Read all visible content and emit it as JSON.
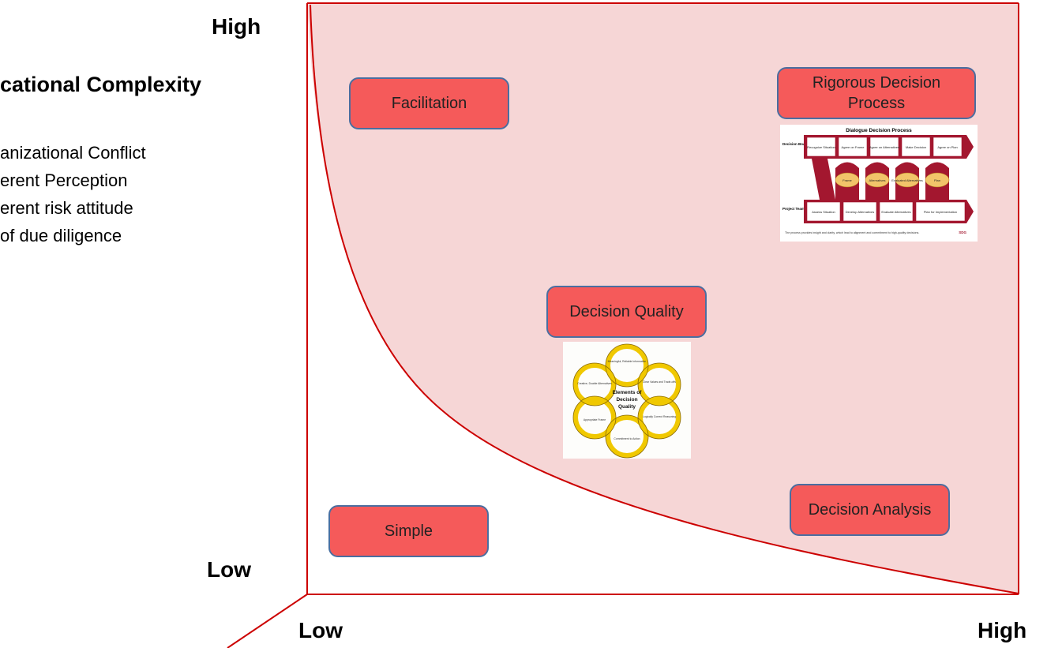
{
  "axes": {
    "y_high": "High",
    "y_low": "Low",
    "x_low": "Low",
    "x_high": "High"
  },
  "y_title": "cational Complexity",
  "factors": [
    "anizational Conflict",
    "erent Perception",
    "erent risk attitude",
    "of due diligence"
  ],
  "quadrants": {
    "facilitation": "Facilitation",
    "rigorous": "Rigorous Decision Process",
    "quality": "Decision Quality",
    "simple": "Simple",
    "analysis": "Decision Analysis"
  },
  "ddp_image": {
    "title": "Dialogue Decision Process",
    "row_board": "Decision Board",
    "row_team": "Project Team",
    "board_steps": [
      "Recognize Situation",
      "Agree on Frame",
      "Agree on Alternatives",
      "Make Decision",
      "Agree on Plan"
    ],
    "ovals": [
      "Frame",
      "Alternatives",
      "Evaluated Alternatives",
      "Plan"
    ],
    "team_steps": [
      "Assess Situation",
      "Develop Alternatives",
      "Evaluate Alternatives",
      "Plan for Implementation"
    ],
    "caption": "The process provides insight and clarity, which lead to alignment and commitment to high-quality decisions.",
    "logo": "SDG"
  },
  "quality_image": {
    "center": [
      "Elements of",
      "Decision",
      "Quality"
    ],
    "rings": [
      "Meaningful, Reliable Information",
      "Clear Values and Trade-offs",
      "Logically Correct Reasoning",
      "Commitment to Action",
      "Appropriate Frame",
      "Creative, Doable Alternatives"
    ]
  },
  "colors": {
    "region_fill": "#f6d6d6",
    "axis_line": "#cc0000",
    "box_fill": "#f55a5a",
    "box_border": "#4a6ea0",
    "ring_gold": "#f0c800"
  }
}
